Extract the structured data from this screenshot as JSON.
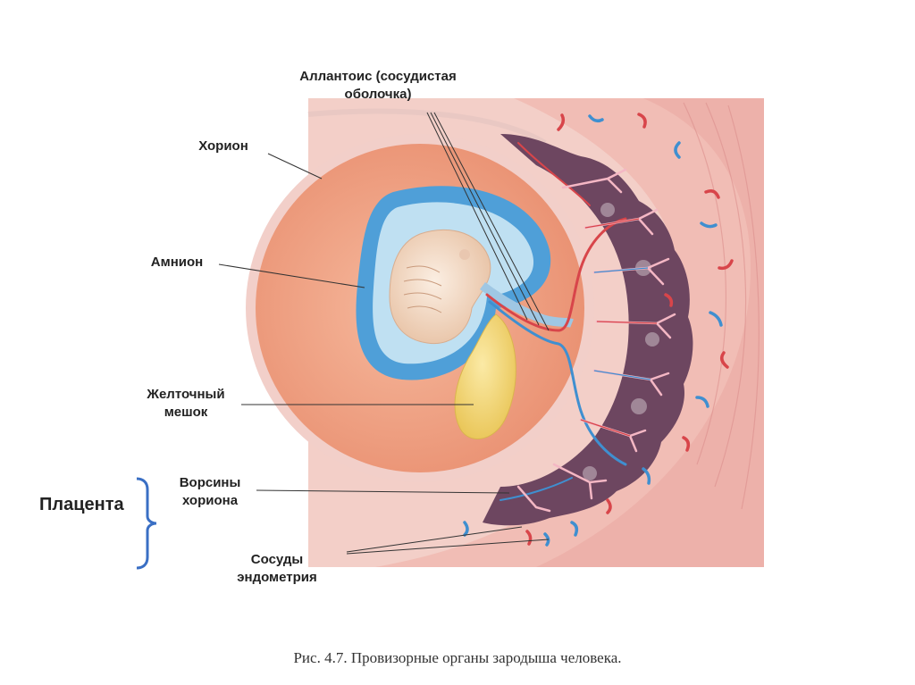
{
  "labels": {
    "allantois": [
      "Аллантоис (сосудистая",
      "оболочка)"
    ],
    "chorion": [
      "Хорион"
    ],
    "amnion": [
      "Амнион"
    ],
    "yolk_sac": [
      "Желточный",
      "мешок"
    ],
    "chorionic_villi": [
      "Ворсины",
      "хориона"
    ],
    "endometrial_vessels": [
      "Сосуды",
      "эндометрия"
    ]
  },
  "group_label": "Плацента",
  "caption": "Рис. 4.7. Провизорные органы зародыша человека.",
  "colors": {
    "uterine_wall": "#f2c4bd",
    "chorion_cavity": "#f0a586",
    "amnion": "#4f9fd8",
    "amniotic_fluid": "#bfe0f2",
    "embryo": "#f4ddc8",
    "yolk_sac": "#f3d774",
    "placenta": "#6d4660",
    "artery": "#d8454a",
    "vein": "#3f8fd0",
    "bracket": "#3a6fc4"
  }
}
